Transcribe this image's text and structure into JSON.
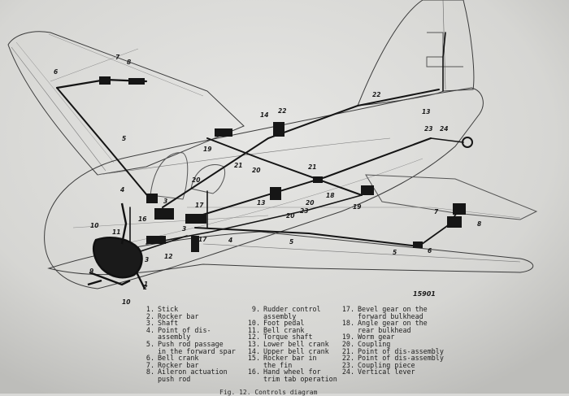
{
  "diagram": {
    "figure_number": "15901",
    "callouts": [
      {
        "id": "c1",
        "label": "1"
      },
      {
        "id": "c2",
        "label": "2"
      },
      {
        "id": "c3",
        "label": "3"
      },
      {
        "id": "c3b",
        "label": "3"
      },
      {
        "id": "c3c",
        "label": "3"
      },
      {
        "id": "c4",
        "label": "4"
      },
      {
        "id": "c4b",
        "label": "4"
      },
      {
        "id": "c5",
        "label": "5"
      },
      {
        "id": "c5b",
        "label": "5"
      },
      {
        "id": "c5c",
        "label": "5"
      },
      {
        "id": "c6",
        "label": "6"
      },
      {
        "id": "c6b",
        "label": "6"
      },
      {
        "id": "c7",
        "label": "7"
      },
      {
        "id": "c7b",
        "label": "7"
      },
      {
        "id": "c8",
        "label": "8"
      },
      {
        "id": "c8b",
        "label": "8"
      },
      {
        "id": "c9",
        "label": "9"
      },
      {
        "id": "c10",
        "label": "10"
      },
      {
        "id": "c10b",
        "label": "10"
      },
      {
        "id": "c11",
        "label": "11"
      },
      {
        "id": "c12",
        "label": "12"
      },
      {
        "id": "c13",
        "label": "13"
      },
      {
        "id": "c13b",
        "label": "13"
      },
      {
        "id": "c16",
        "label": "16"
      },
      {
        "id": "c17",
        "label": "17"
      },
      {
        "id": "c17b",
        "label": "17"
      },
      {
        "id": "c18",
        "label": "18"
      },
      {
        "id": "c19",
        "label": "19"
      },
      {
        "id": "c19b",
        "label": "19"
      },
      {
        "id": "c20",
        "label": "20"
      },
      {
        "id": "c20b",
        "label": "20"
      },
      {
        "id": "c20c",
        "label": "20"
      },
      {
        "id": "c20d",
        "label": "20"
      },
      {
        "id": "c21",
        "label": "21"
      },
      {
        "id": "c21b",
        "label": "21"
      },
      {
        "id": "c22",
        "label": "22"
      },
      {
        "id": "c22b",
        "label": "22"
      },
      {
        "id": "c23",
        "label": "23"
      },
      {
        "id": "c23b",
        "label": "23"
      },
      {
        "id": "c24",
        "label": "24"
      },
      {
        "id": "c14",
        "label": "14"
      }
    ]
  },
  "legend": {
    "columns": [
      [
        {
          "n": "1.",
          "text": "Stick"
        },
        {
          "n": "2.",
          "text": "Rocker bar"
        },
        {
          "n": "3.",
          "text": "Shaft"
        },
        {
          "n": "4.",
          "text": "Point of dis-"
        },
        {
          "n": "",
          "text": "assembly"
        },
        {
          "n": "5.",
          "text": "Push rod passage"
        },
        {
          "n": "",
          "text": "in the forward spar"
        },
        {
          "n": "6.",
          "text": "Bell crank"
        },
        {
          "n": "7.",
          "text": "Rocker bar"
        },
        {
          "n": "8.",
          "text": "Aileron actuation"
        },
        {
          "n": "",
          "text": "push rod"
        }
      ],
      [
        {
          "n": "9.",
          "text": "Rudder control"
        },
        {
          "n": "",
          "text": "assembly"
        },
        {
          "n": "10.",
          "text": "Foot pedal"
        },
        {
          "n": "11.",
          "text": "Bell crank"
        },
        {
          "n": "12.",
          "text": "Torque shaft"
        },
        {
          "n": "13.",
          "text": "Lower bell crank"
        },
        {
          "n": "14.",
          "text": "Upper bell crank"
        },
        {
          "n": "15.",
          "text": "Rocker bar in"
        },
        {
          "n": "",
          "text": "the fin"
        },
        {
          "n": "16.",
          "text": "Hand wheel for"
        },
        {
          "n": "",
          "text": "trim tab operation"
        }
      ],
      [
        {
          "n": "17.",
          "text": "Bevel gear on the"
        },
        {
          "n": "",
          "text": "forward bulkhead"
        },
        {
          "n": "18.",
          "text": "Angle gear on the"
        },
        {
          "n": "",
          "text": "rear bulkhead"
        },
        {
          "n": "19.",
          "text": "Worm gear"
        },
        {
          "n": "20.",
          "text": "Coupling"
        },
        {
          "n": "21.",
          "text": "Point of dis-assembly"
        },
        {
          "n": "22.",
          "text": "Point of dis-assembly"
        },
        {
          "n": "23.",
          "text": "Coupling piece"
        },
        {
          "n": "24.",
          "text": "Vertical lever"
        }
      ]
    ]
  },
  "caption": "Fig. 12.  Controls  diagram"
}
